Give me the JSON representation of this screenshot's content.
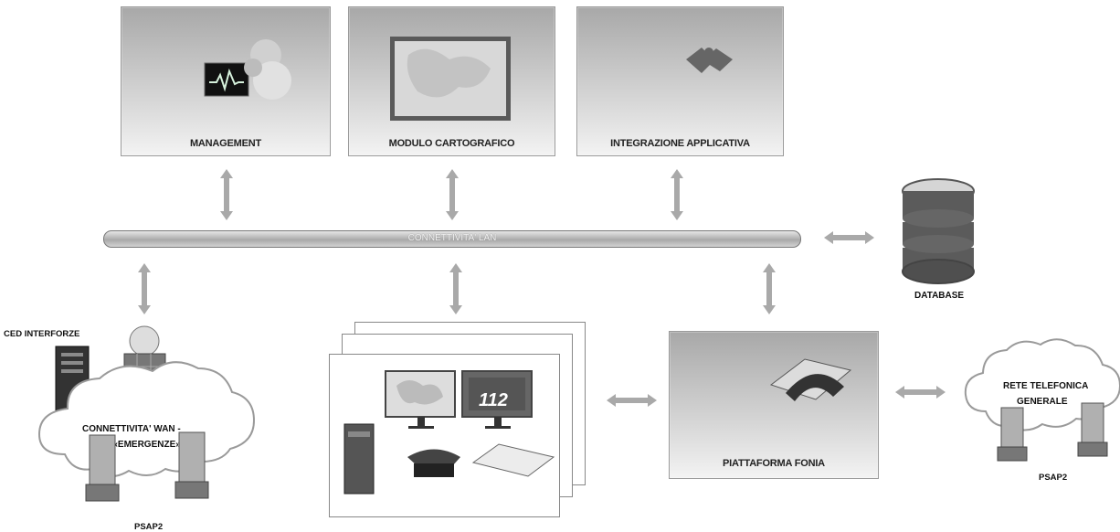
{
  "top_boxes": {
    "management": "MANAGEMENT",
    "modulo": "MODULO CARTOGRAFICO",
    "integrazione": "INTEGRAZIONE APPLICATIVA"
  },
  "lan_label": "CONNETTIVITA' LAN",
  "database_label": "DATABASE",
  "left_cluster": {
    "ced_label": "CED Interforze",
    "cloud_line1": "CONNETTIVITA' WAN -",
    "cloud_line2": "VPN «EMERGENZE»",
    "psap_label": "PSAP2"
  },
  "phone_box_label": "PIATTAFORMA FONIA",
  "right_cloud": {
    "line1": "RETE TELEFONICA",
    "line2": "GENERALE",
    "psap_label": "PSAP2"
  },
  "operator_screen_number": "112"
}
